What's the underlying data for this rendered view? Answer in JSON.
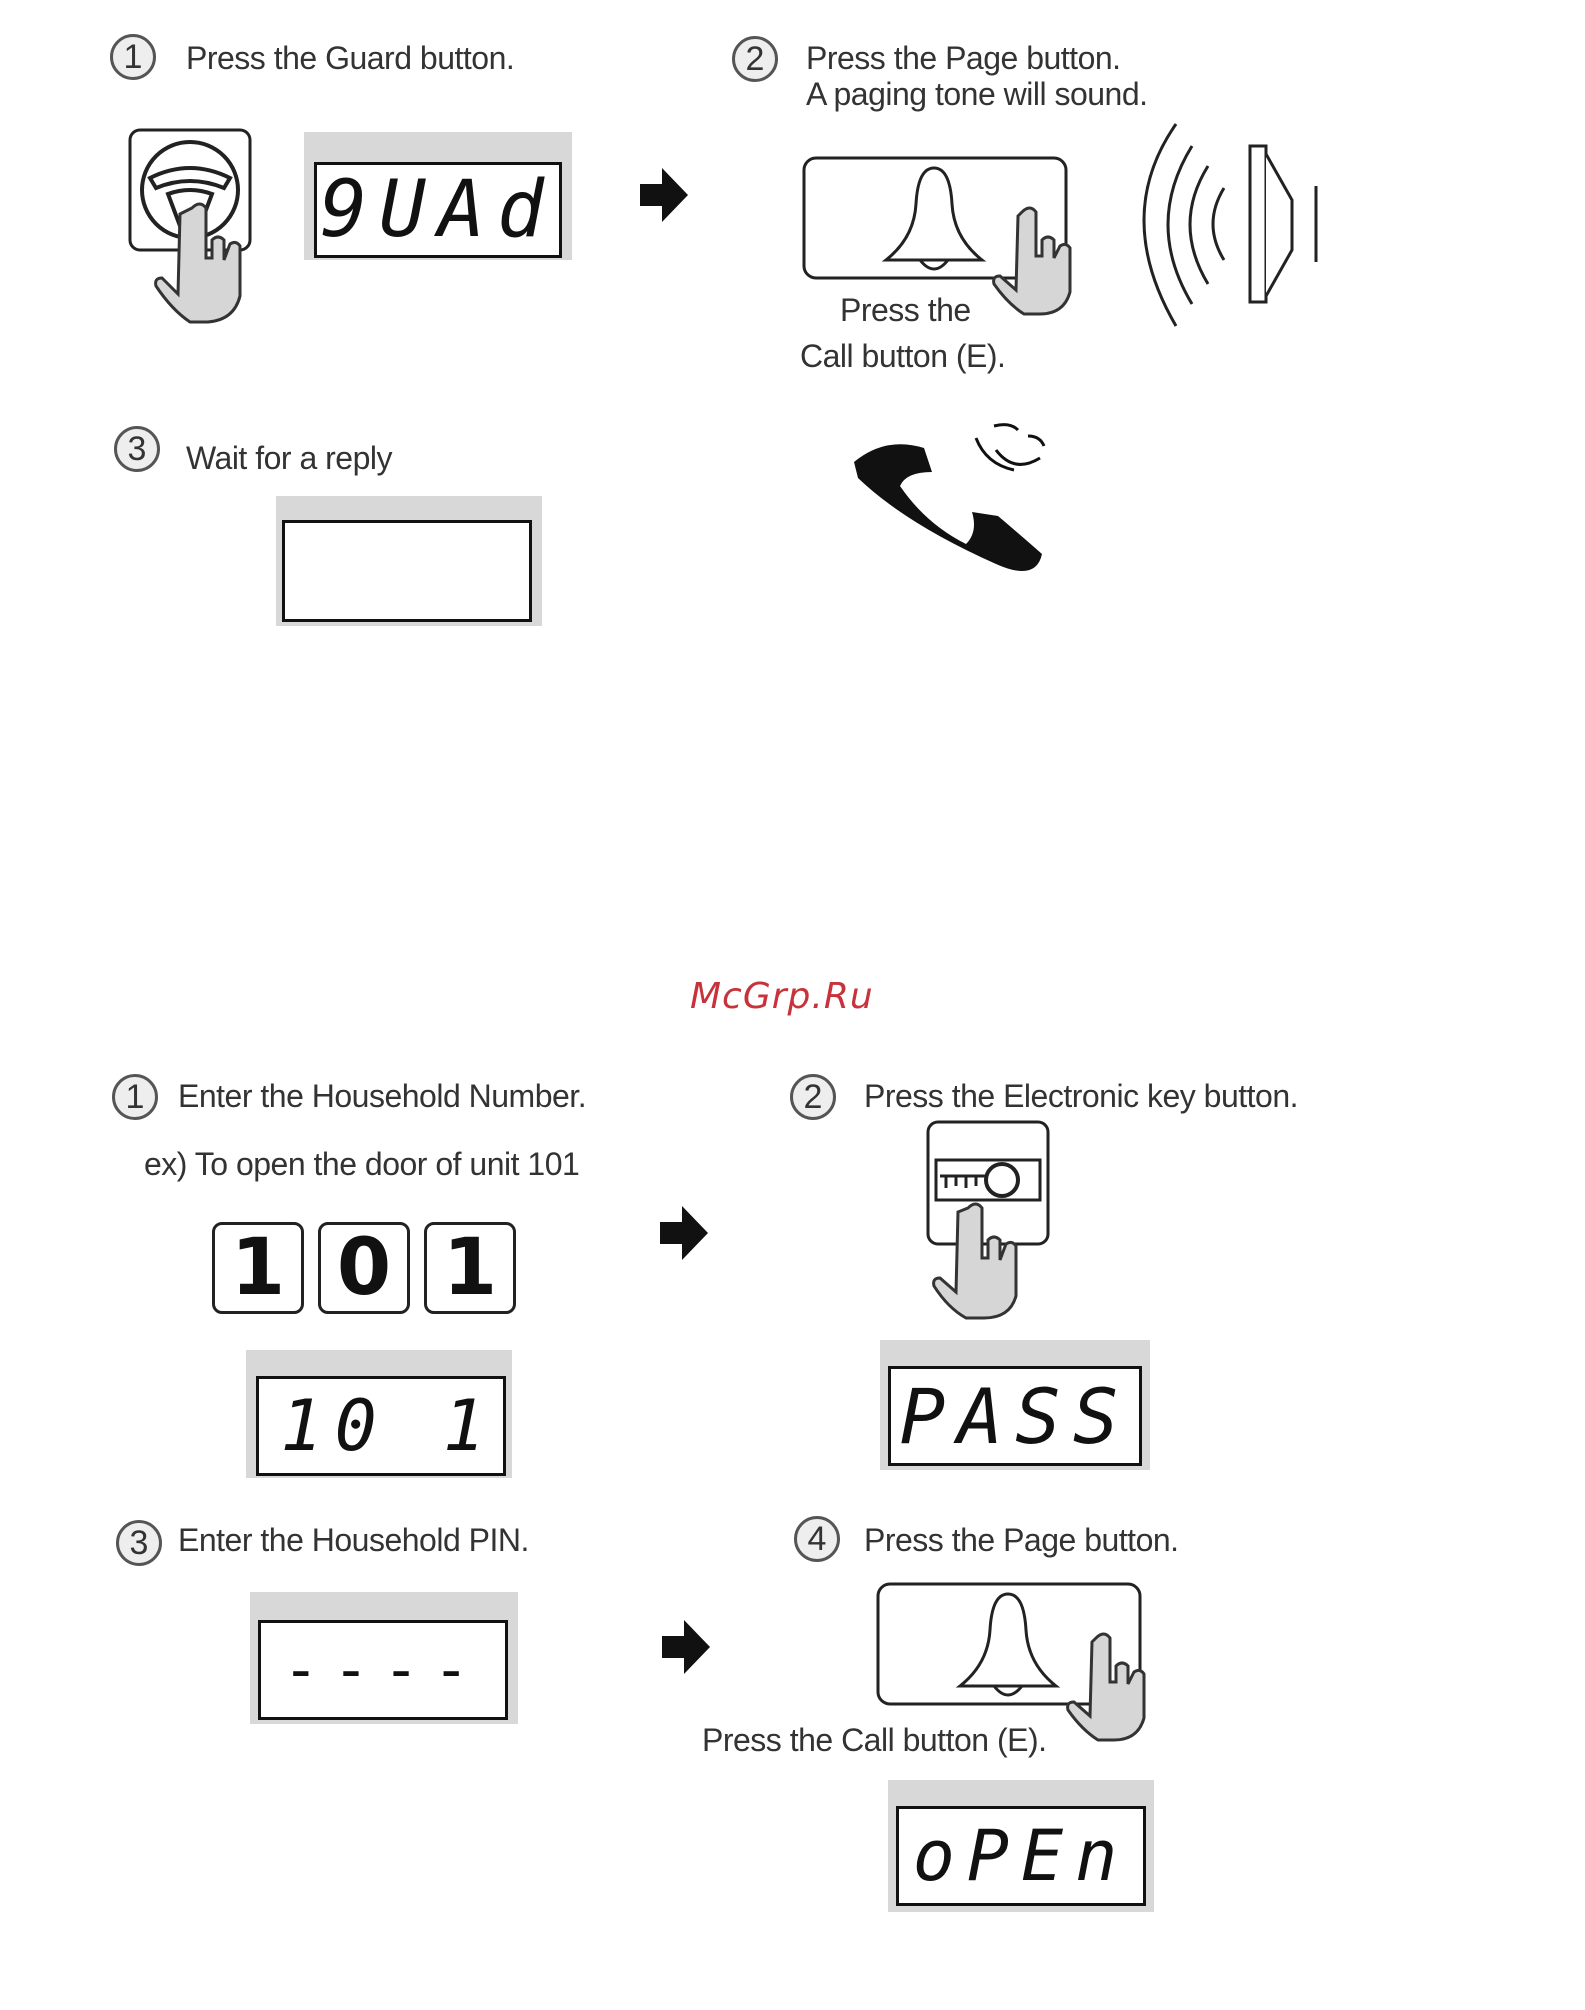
{
  "section_guard": {
    "step1": {
      "num": "1",
      "text": "Press the Guard button."
    },
    "step2": {
      "num": "2",
      "line1": "Press the Page button.",
      "line2": "A paging tone will sound."
    },
    "step3": {
      "num": "3",
      "text": "Wait for a reply"
    },
    "lcd_guard": "9UAd",
    "lcd_wait": "",
    "call_caption": {
      "line1": "Press the",
      "line2": "Call button (E)."
    }
  },
  "watermark": "McGrp.Ru",
  "section_door": {
    "step1": {
      "num": "1",
      "text": "Enter the Household Number.",
      "example": "ex) To open the door of unit 101"
    },
    "keys": [
      "1",
      "0",
      "1"
    ],
    "lcd_number": "10 1",
    "step2": {
      "num": "2",
      "text": "Press the Electronic key button."
    },
    "lcd_pass": "PASS",
    "step3": {
      "num": "3",
      "text": "Enter the Household PIN."
    },
    "lcd_pin": "----",
    "step4": {
      "num": "4",
      "text": "Press the Page button."
    },
    "call_caption": "Press the Call button (E).",
    "lcd_open": "oPEn"
  }
}
